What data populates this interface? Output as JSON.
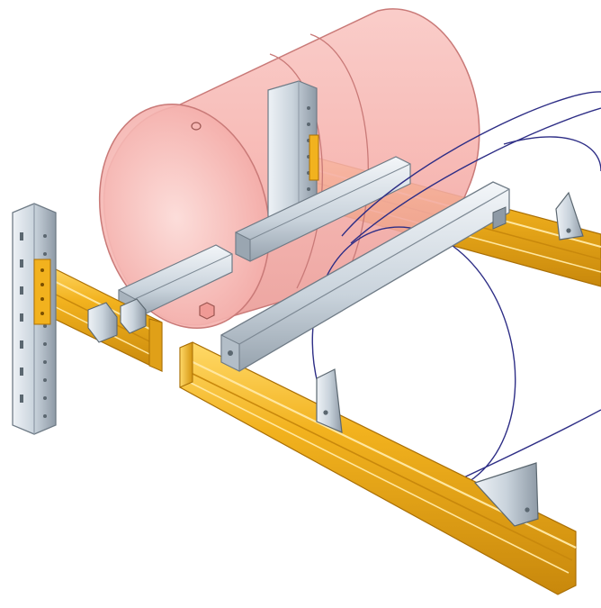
{
  "illustration": {
    "subject": "",
    "parts": [
      {
        "id": "upright-column",
        "icon": "upright-column-icon"
      },
      {
        "id": "front-beam",
        "icon": "beam-icon"
      },
      {
        "id": "rear-beam",
        "icon": "beam-icon"
      },
      {
        "id": "drum-support-bar",
        "icon": "support-bar-icon"
      },
      {
        "id": "drum-cradle-chock",
        "icon": "chock-icon"
      },
      {
        "id": "drum",
        "icon": "drum-icon"
      },
      {
        "id": "drum-outline",
        "icon": "drum-outline-icon"
      }
    ],
    "colors": {
      "beam": "#f2b21e",
      "beam_shadow": "#c8880c",
      "steel": "#c9d3dc",
      "steel_dark": "#8e9aa6",
      "drum_fill": "#f7b4b0",
      "drum_edge": "#c97a78",
      "drum_wire": "#2e2e86",
      "hole": "#5b6770"
    }
  }
}
